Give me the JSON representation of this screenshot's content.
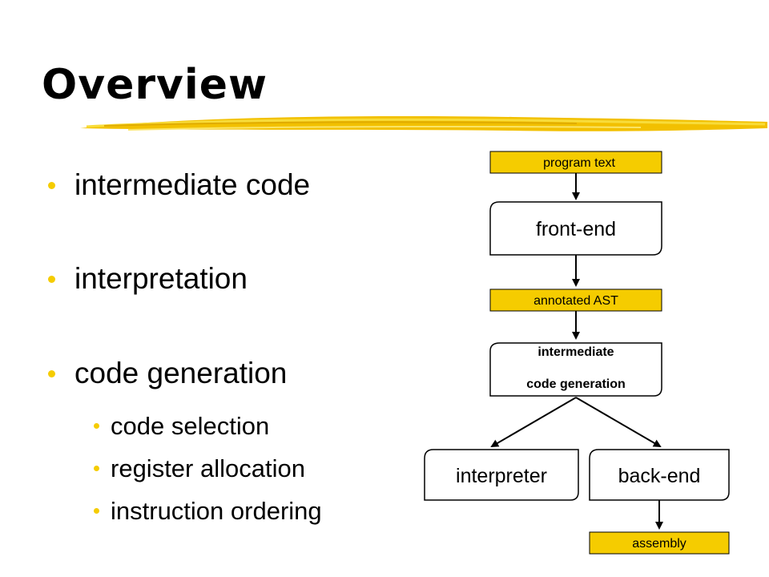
{
  "slide": {
    "title": "Overview",
    "accent_color": "#f5cc00",
    "bullets": [
      {
        "text": "intermediate code",
        "children": []
      },
      {
        "text": "interpretation",
        "children": []
      },
      {
        "text": "code generation",
        "children": [
          "code selection",
          "register allocation",
          "instruction ordering"
        ]
      }
    ]
  },
  "diagram": {
    "program_text": "program text",
    "front_end": "front-end",
    "annotated_ast": "annotated AST",
    "intermediate_codegen_line1": "intermediate",
    "intermediate_codegen_line2": "code generation",
    "interpreter": "interpreter",
    "back_end": "back-end",
    "assembly": "assembly"
  }
}
